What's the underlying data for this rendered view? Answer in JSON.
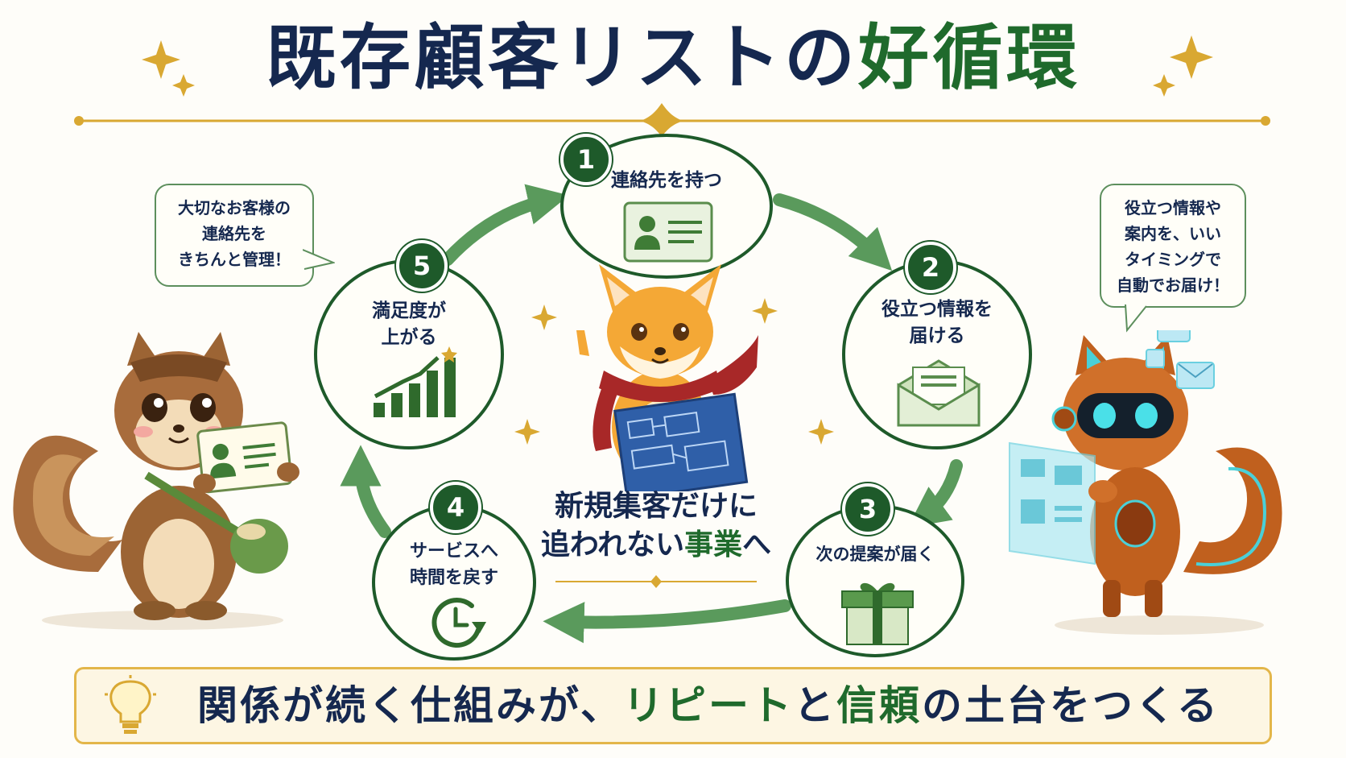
{
  "title": {
    "part1": "既存顧客リストの",
    "part2": "好循環"
  },
  "steps": [
    {
      "number": "1",
      "label": "連絡先を持つ",
      "icon": "contact-card-icon"
    },
    {
      "number": "2",
      "label": "役立つ情報を\n届ける",
      "icon": "envelope-icon"
    },
    {
      "number": "3",
      "label": "次の提案が届く",
      "icon": "gift-box-icon"
    },
    {
      "number": "4",
      "label": "サービスへ\n時間を戻す",
      "icon": "clock-icon"
    },
    {
      "number": "5",
      "label": "満足度が\n上がる",
      "icon": "growth-chart-icon"
    }
  ],
  "center_message": {
    "line1": "新規集客だけに",
    "line2a": "追われない",
    "line2b": "事業",
    "line2c": "へ"
  },
  "left_bubble": "大切なお客様の\n連絡先を\nきちんと管理！",
  "right_bubble": "役立つ情報や\n案内を、いい\nタイミングで\n自動でお届け！",
  "banner": {
    "p1": "関係が続く仕組みが、",
    "p2": "リピート",
    "p3": "と",
    "p4": "信頼",
    "p5": "の土台をつくる"
  },
  "colors": {
    "navy": "#15284f",
    "green": "#1f6a2c",
    "gold": "#d9a832",
    "arrow_green": "#5a9a5c",
    "banner_bg": "#fdf6e3"
  }
}
